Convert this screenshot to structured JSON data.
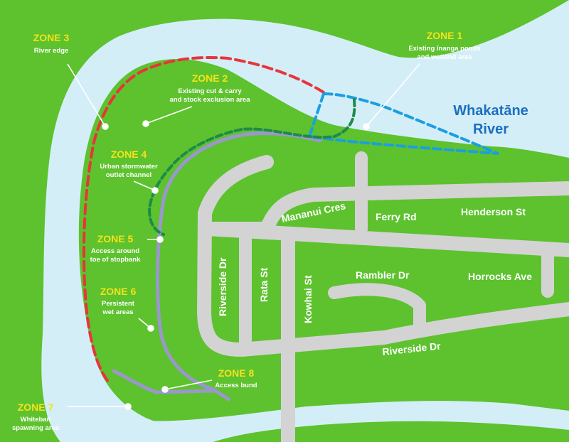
{
  "river_label": {
    "line1": "Whakatāne",
    "line2": "River"
  },
  "zones": [
    {
      "title": "ZONE 1",
      "desc": [
        "Existing īnanga ponds",
        "and wetland area"
      ]
    },
    {
      "title": "ZONE 2",
      "desc": [
        "Existing cut & carry",
        "and stock exclusion area"
      ]
    },
    {
      "title": "ZONE 3",
      "desc": [
        "River edge"
      ]
    },
    {
      "title": "ZONE 4",
      "desc": [
        "Urban stormwater",
        "outlet channel"
      ]
    },
    {
      "title": "ZONE 5",
      "desc": [
        "Access around",
        "toe of stopbank"
      ]
    },
    {
      "title": "ZONE 6",
      "desc": [
        "Persistent",
        "wet areas"
      ]
    },
    {
      "title": "ZONE 7",
      "desc": [
        "Whitebait",
        "spawning area"
      ]
    },
    {
      "title": "ZONE 8",
      "desc": [
        "Access bund"
      ]
    }
  ],
  "streets": {
    "mananui": "Mananui Cres",
    "ferry": "Ferry Rd",
    "henderson": "Henderson St",
    "riverside_v": "Riverside Dr",
    "rata": "Rata St",
    "kowhai": "Kowhai St",
    "rambler": "Rambler Dr",
    "horrocks": "Horrocks Ave",
    "riverside_h": "Riverside Dr"
  },
  "colors": {
    "land": "#5dc22e",
    "water": "#d4eef8",
    "road": "#d3d3d3",
    "zone3_line": "#e8343b",
    "zone1_line": "#1b9fe0",
    "zone4_line": "#1e8a4a",
    "stopbank_line": "#9b97cc",
    "zone_title": "#f4e21a",
    "river_label": "#1b6fc0"
  }
}
